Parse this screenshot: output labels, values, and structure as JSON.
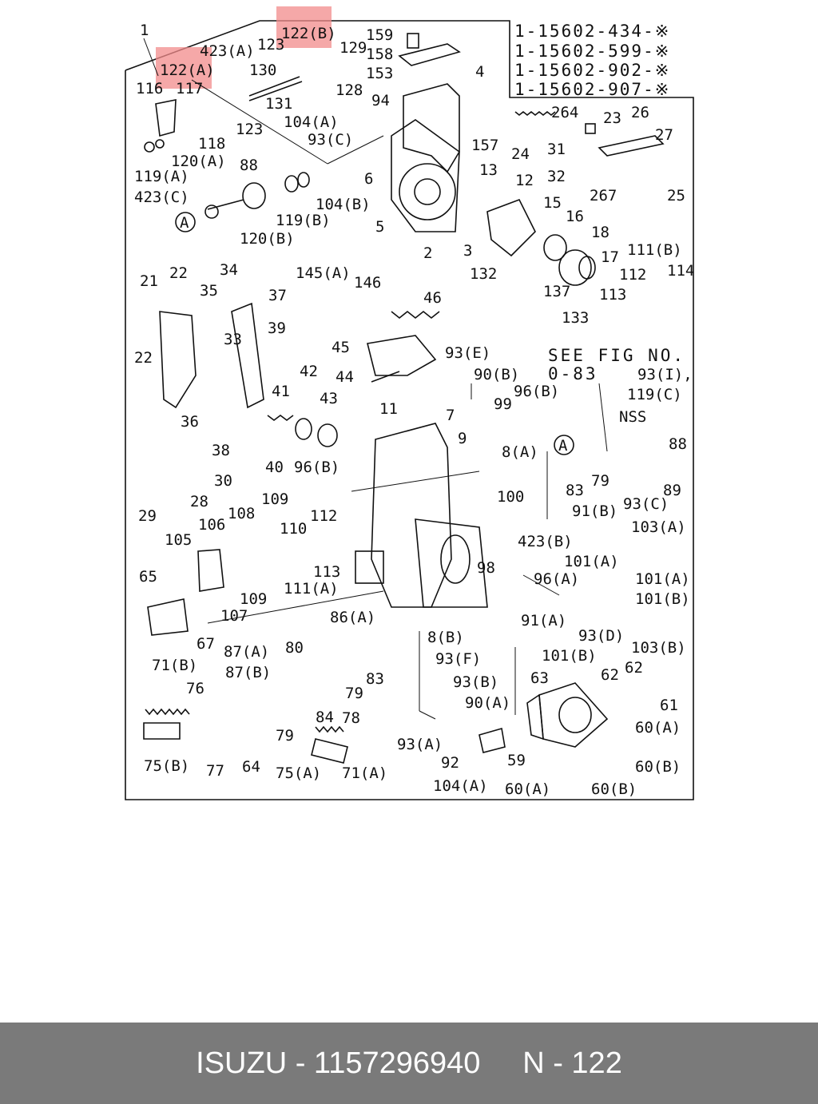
{
  "references": [
    "1-15602-434-※",
    "1-15602-599-※",
    "1-15602-902-※",
    "1-15602-907-※"
  ],
  "highlighted": [
    "122(B)",
    "122(A)"
  ],
  "note": [
    "SEE FIG NO.",
    "0-83"
  ],
  "callout_letter": "A",
  "labels": [
    "1",
    "122(B)",
    "159",
    "158",
    "153",
    "123",
    "129",
    "423(A)",
    "122(A)",
    "130",
    "116",
    "117",
    "128",
    "131",
    "94",
    "4",
    "123",
    "118",
    "104(A)",
    "93(C)",
    "157",
    "264",
    "23",
    "26",
    "27",
    "120(A)",
    "119(A)",
    "6",
    "24",
    "31",
    "32",
    "267",
    "25",
    "423(C)",
    "88",
    "119(B)",
    "104(B)",
    "120(B)",
    "5",
    "2",
    "3",
    "13",
    "12",
    "15",
    "16",
    "18",
    "17",
    "111(B)",
    "112",
    "114",
    "113",
    "21",
    "22",
    "35",
    "34",
    "37",
    "145(A)",
    "146",
    "132",
    "137",
    "133",
    "46",
    "22",
    "33",
    "39",
    "45",
    "93(E)",
    "90(B)",
    "96(B)",
    "93(I),",
    "119(C)",
    "NSS",
    "36",
    "41",
    "42",
    "43",
    "44",
    "11",
    "7",
    "99",
    "9",
    "8(A)",
    "88",
    "38",
    "40",
    "96(B)",
    "30",
    "29",
    "28",
    "83",
    "79",
    "89",
    "108",
    "109",
    "106",
    "112",
    "100",
    "91(B)",
    "93(C)",
    "103(A)",
    "105",
    "110",
    "113",
    "423(B)",
    "101(A)",
    "101(A)",
    "109",
    "107",
    "111(A)",
    "98",
    "96(A)",
    "101(B)",
    "65",
    "86(A)",
    "91(A)",
    "93(D)",
    "103(B)",
    "67",
    "8(B)",
    "87(A)",
    "80",
    "93(F)",
    "101(B)",
    "83",
    "71(B)",
    "87(B)",
    "79",
    "93(B)",
    "62",
    "63",
    "62",
    "76",
    "84",
    "78",
    "90(A)",
    "61",
    "79",
    "60(A)",
    "75(B)",
    "77",
    "64",
    "75(A)",
    "71(A)",
    "93(A)",
    "92",
    "59",
    "60(B)",
    "104(A)",
    "60(A)",
    "60(B)"
  ],
  "footer": "ISUZU - 1157296940     N - 122"
}
